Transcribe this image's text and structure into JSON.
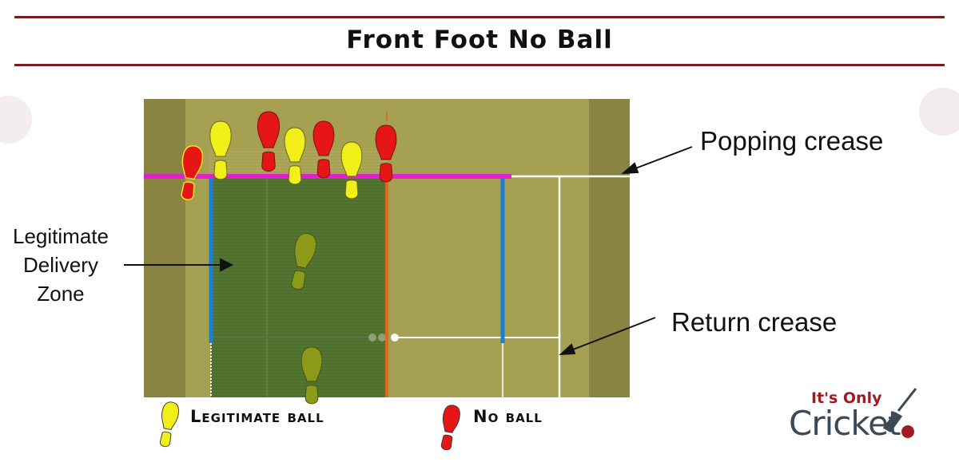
{
  "title": "Front Foot No Ball",
  "labels": {
    "popping_crease": "Popping crease",
    "return_crease": "Return crease",
    "legit_zone_lines": [
      "Legitimate",
      "Delivery",
      "Zone"
    ]
  },
  "legend": {
    "legit": "Legitimate ball",
    "noball": "No ball"
  },
  "logo": {
    "top": "It's Only",
    "main": "Cricket"
  },
  "colors": {
    "title_rule": "#7a1a22",
    "pitch": "#a5a052",
    "pitch_edge": "#8a8442",
    "zone": "#4d6f2e",
    "popping_crease": "#e020c8",
    "blue_lines": "#1a7fd6",
    "orange_line": "#e0661e",
    "legit_foot": "#f2ee1a",
    "noball_foot": "#e61616",
    "olive_foot": "#8c9a1a"
  }
}
